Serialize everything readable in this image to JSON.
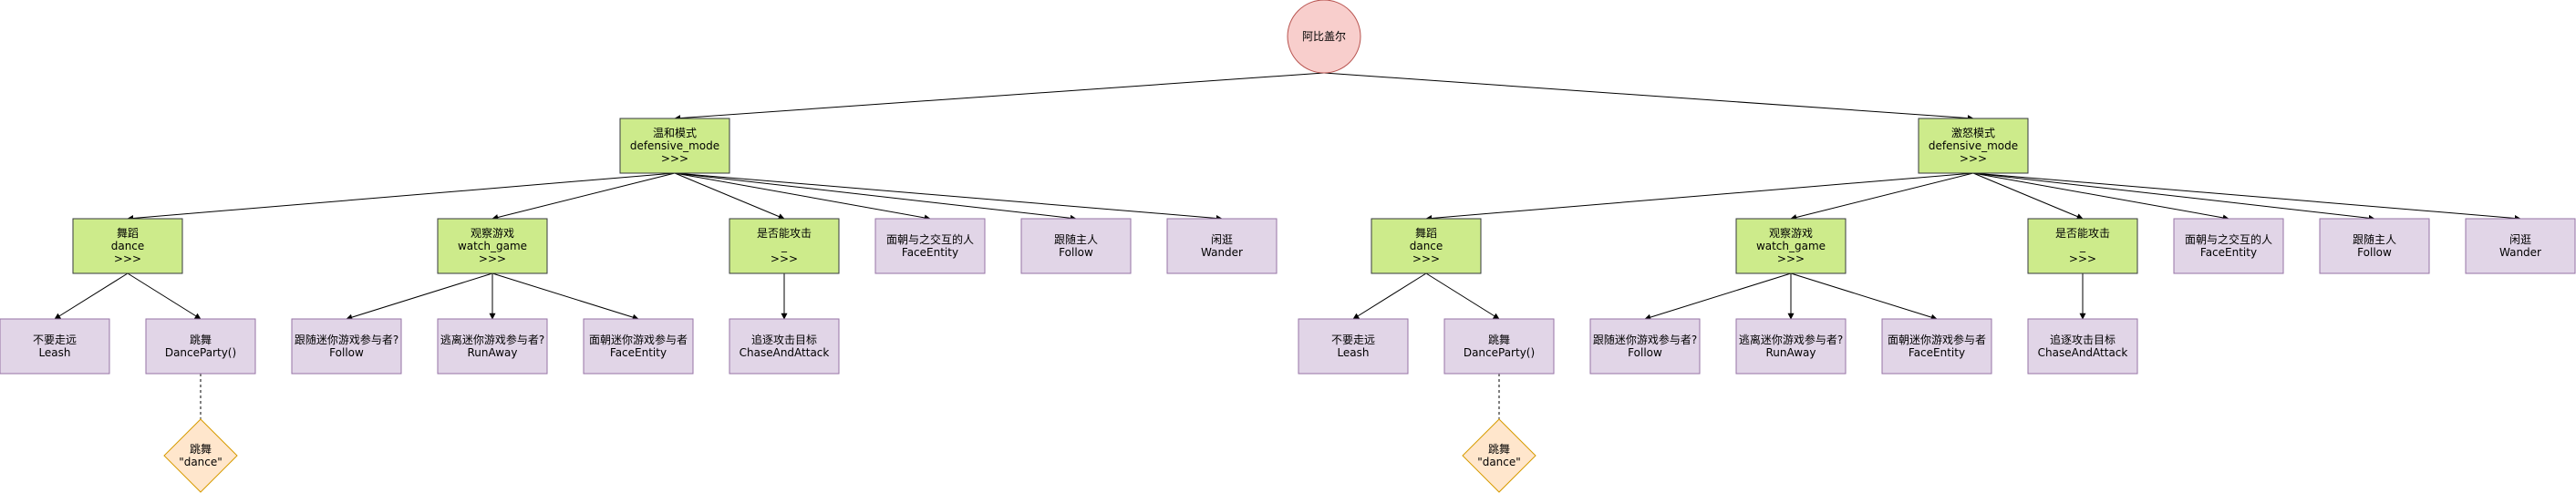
{
  "colors": {
    "root_fill": "#f8cecc",
    "root_stroke": "#b85450",
    "composite_fill": "#cdeb8b",
    "composite_stroke": "#36393d",
    "action_fill": "#e1d5e7",
    "action_stroke": "#9673a6",
    "event_fill": "#ffe6cc",
    "event_stroke": "#d79b00",
    "edge": "#000000"
  },
  "nodes": {
    "root": {
      "lines": [
        "阿比盖尔"
      ]
    },
    "calm_mode": {
      "lines": [
        "温和模式",
        "defensive_mode",
        ">>>"
      ]
    },
    "calm_dance": {
      "lines": [
        "舞蹈",
        "dance",
        ">>>"
      ]
    },
    "calm_leash": {
      "lines": [
        "不要走远",
        "Leash"
      ]
    },
    "calm_dance_party": {
      "lines": [
        "跳舞",
        "DanceParty()"
      ]
    },
    "calm_dance_event": {
      "lines": [
        "跳舞",
        "\"dance\""
      ]
    },
    "calm_watch_game": {
      "lines": [
        "观察游戏",
        "watch_game",
        ">>>"
      ]
    },
    "calm_follow_game": {
      "lines": [
        "跟随迷你游戏参与者?",
        "Follow"
      ]
    },
    "calm_runaway": {
      "lines": [
        "逃离迷你游戏参与者?",
        "RunAway"
      ]
    },
    "calm_face_game": {
      "lines": [
        "面朝迷你游戏参与者",
        "FaceEntity"
      ]
    },
    "calm_can_attack": {
      "lines": [
        "是否能攻击",
        "_",
        ">>>"
      ]
    },
    "calm_chase": {
      "lines": [
        "追逐攻击目标",
        "ChaseAndAttack"
      ]
    },
    "calm_face_interact": {
      "lines": [
        "面朝与之交互的人",
        "FaceEntity"
      ]
    },
    "calm_follow_leader": {
      "lines": [
        "跟随主人",
        "Follow"
      ]
    },
    "calm_wander": {
      "lines": [
        "闲逛",
        "Wander"
      ]
    },
    "aggro_mode": {
      "lines": [
        "激怒模式",
        "defensive_mode",
        ">>>"
      ]
    },
    "aggro_dance": {
      "lines": [
        "舞蹈",
        "dance",
        ">>>"
      ]
    },
    "aggro_leash": {
      "lines": [
        "不要走远",
        "Leash"
      ]
    },
    "aggro_dance_party": {
      "lines": [
        "跳舞",
        "DanceParty()"
      ]
    },
    "aggro_dance_event": {
      "lines": [
        "跳舞",
        "\"dance\""
      ]
    },
    "aggro_watch_game": {
      "lines": [
        "观察游戏",
        "watch_game",
        ">>>"
      ]
    },
    "aggro_follow_game": {
      "lines": [
        "跟随迷你游戏参与者?",
        "Follow"
      ]
    },
    "aggro_runaway": {
      "lines": [
        "逃离迷你游戏参与者?",
        "RunAway"
      ]
    },
    "aggro_face_game": {
      "lines": [
        "面朝迷你游戏参与者",
        "FaceEntity"
      ]
    },
    "aggro_can_attack": {
      "lines": [
        "是否能攻击",
        "_",
        ">>>"
      ]
    },
    "aggro_chase": {
      "lines": [
        "追逐攻击目标",
        "ChaseAndAttack"
      ]
    },
    "aggro_face_interact": {
      "lines": [
        "面朝与之交互的人",
        "FaceEntity"
      ]
    },
    "aggro_follow_leader": {
      "lines": [
        "跟随主人",
        "Follow"
      ]
    },
    "aggro_wander": {
      "lines": [
        "闲逛",
        "Wander"
      ]
    }
  },
  "edges": [
    {
      "from": "root",
      "to": "calm_mode"
    },
    {
      "from": "root",
      "to": "aggro_mode"
    },
    {
      "from": "calm_mode",
      "to": "calm_dance"
    },
    {
      "from": "calm_mode",
      "to": "calm_watch_game"
    },
    {
      "from": "calm_mode",
      "to": "calm_can_attack"
    },
    {
      "from": "calm_mode",
      "to": "calm_face_interact"
    },
    {
      "from": "calm_mode",
      "to": "calm_follow_leader"
    },
    {
      "from": "calm_mode",
      "to": "calm_wander"
    },
    {
      "from": "calm_dance",
      "to": "calm_leash"
    },
    {
      "from": "calm_dance",
      "to": "calm_dance_party"
    },
    {
      "from": "calm_watch_game",
      "to": "calm_follow_game"
    },
    {
      "from": "calm_watch_game",
      "to": "calm_runaway"
    },
    {
      "from": "calm_watch_game",
      "to": "calm_face_game"
    },
    {
      "from": "calm_can_attack",
      "to": "calm_chase"
    },
    {
      "from": "aggro_mode",
      "to": "aggro_dance"
    },
    {
      "from": "aggro_mode",
      "to": "aggro_watch_game"
    },
    {
      "from": "aggro_mode",
      "to": "aggro_can_attack"
    },
    {
      "from": "aggro_mode",
      "to": "aggro_face_interact"
    },
    {
      "from": "aggro_mode",
      "to": "aggro_follow_leader"
    },
    {
      "from": "aggro_mode",
      "to": "aggro_wander"
    },
    {
      "from": "aggro_dance",
      "to": "aggro_leash"
    },
    {
      "from": "aggro_dance",
      "to": "aggro_dance_party"
    },
    {
      "from": "aggro_watch_game",
      "to": "aggro_follow_game"
    },
    {
      "from": "aggro_watch_game",
      "to": "aggro_runaway"
    },
    {
      "from": "aggro_watch_game",
      "to": "aggro_face_game"
    },
    {
      "from": "aggro_can_attack",
      "to": "aggro_chase"
    }
  ],
  "dashed_edges": [
    {
      "from": "calm_dance_party",
      "to": "calm_dance_event"
    },
    {
      "from": "aggro_dance_party",
      "to": "aggro_dance_event"
    }
  ]
}
